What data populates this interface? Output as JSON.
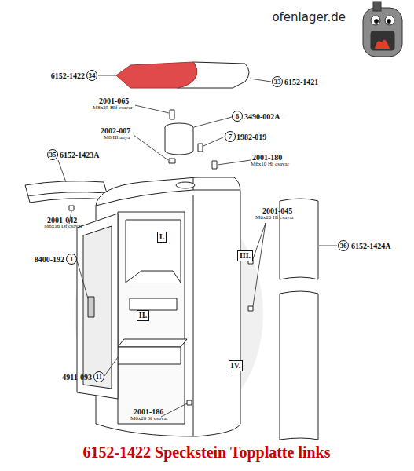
{
  "diagram": {
    "caption": "6152-1422 Speckstein Topplatte links",
    "nodes": [
      {
        "text": [
          "34"
        ]
      },
      {
        "text": [
          "33"
        ]
      },
      {
        "text": [
          "6"
        ]
      },
      {
        "text": [
          "7"
        ]
      },
      {
        "text": [
          "35"
        ]
      },
      {
        "text": [
          "I."
        ]
      },
      {
        "text": [
          "36"
        ]
      },
      {
        "text": [
          "III."
        ]
      },
      {
        "text": [
          "1"
        ]
      },
      {
        "text": [
          "II."
        ]
      },
      {
        "text": [
          "IV."
        ]
      },
      {
        "text": [
          "11"
        ]
      }
    ],
    "labels": [
      "ofenlager.de",
      "6152-1422",
      "6152-1421",
      "2001-065",
      "M8x25 Hlf csavar",
      "3490-002A",
      "2002-007",
      "M8 Hl anya",
      "1982-019",
      "6152-1423A",
      "2001-180",
      "M6x10 Hf csavar",
      "2001-045",
      "M6x20 Hf csavar",
      "2001-042",
      "M6x16 Df csavar",
      "6152-1424A",
      "8400-192",
      "4911-093",
      "2001-186",
      "M6x20 Sf csavar"
    ]
  }
}
